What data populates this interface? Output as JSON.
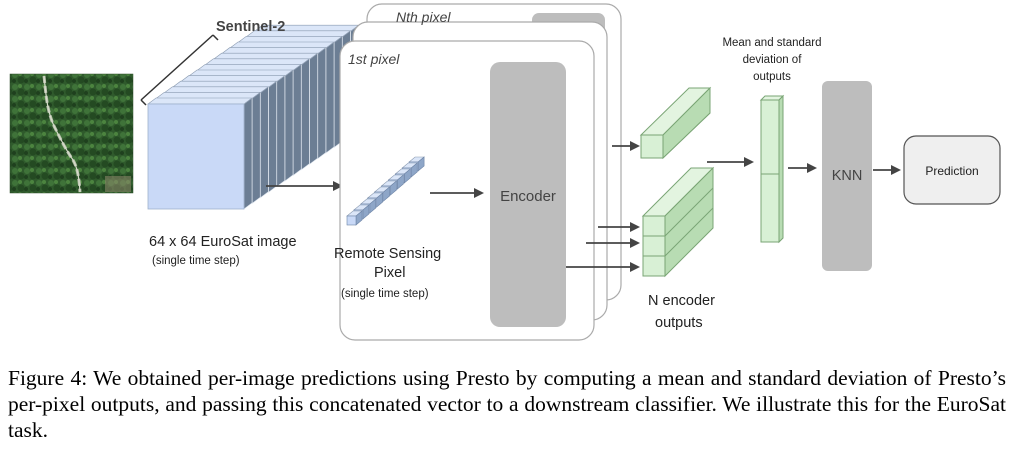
{
  "satellite": {
    "name": "Sentinel-2",
    "image_label": "64 x 64 EuroSat image",
    "image_sublabel": "(single time step)"
  },
  "pixel_cards": {
    "back_title": "Nth pixel",
    "front_title": "1st pixel"
  },
  "pixel_vector": {
    "label_line1": "Remote Sensing",
    "label_line2": "Pixel",
    "sublabel": "(single time step)"
  },
  "encoder": {
    "label": "Encoder"
  },
  "outputs": {
    "label_line1": "N encoder",
    "label_line2": "outputs"
  },
  "stats": {
    "line1": "Mean and standard",
    "line2": "deviation of",
    "line3": "outputs"
  },
  "classifier": {
    "label": "KNN"
  },
  "prediction": {
    "label": "Prediction"
  },
  "caption": {
    "text": "Figure 4: We obtained per-image predictions using Presto by computing a mean and standard deviation of Presto’s per-pixel outputs, and passing this concatenated vector to a downstream classifier. We illustrate this for the EuroSat task."
  },
  "colors": {
    "satellite_face": "#c9d9f7",
    "satellite_stack": "#6c7e94",
    "encoder_fill": "#bdbdbd",
    "output_green": "#d8f0d5",
    "output_green_dark": "#9fc79a",
    "arrow": "#444444",
    "prediction_fill": "#efefef"
  }
}
